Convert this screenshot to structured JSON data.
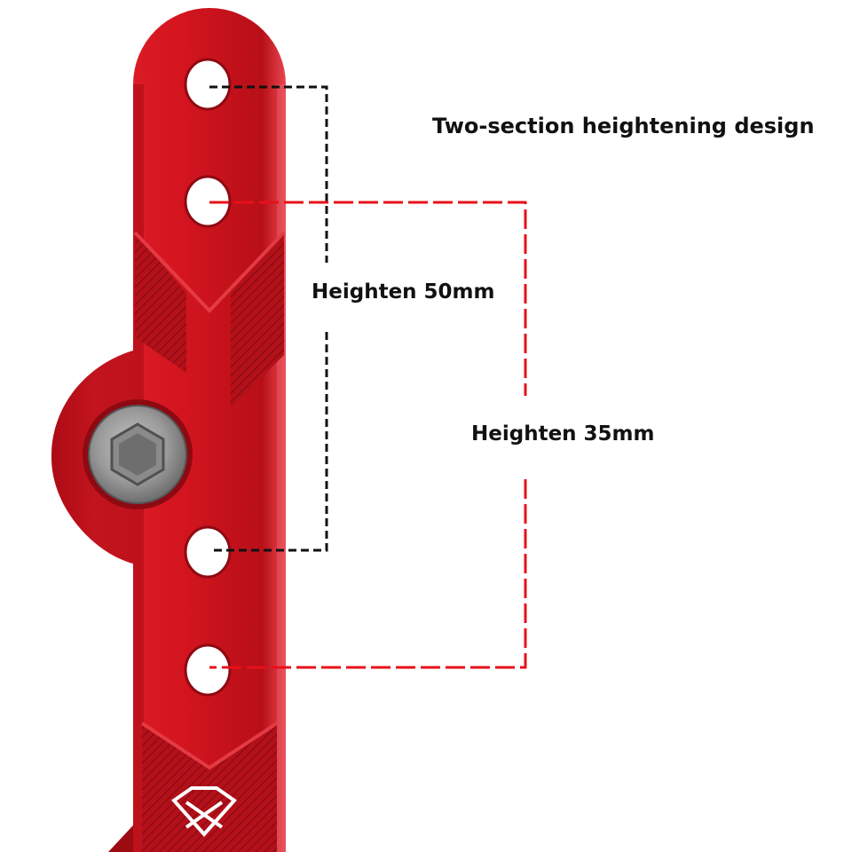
{
  "title": "Two-section heightening design",
  "dimension_50": {
    "label": "Heighten 50mm",
    "color": "#111111"
  },
  "dimension_35": {
    "label": "Heighten 35mm",
    "color": "#e8101a"
  },
  "bracket": {
    "color": "#d4151f",
    "hole_count": 4,
    "bolt": "hex-socket-bolt",
    "logo": "diamond-logo-icon"
  }
}
